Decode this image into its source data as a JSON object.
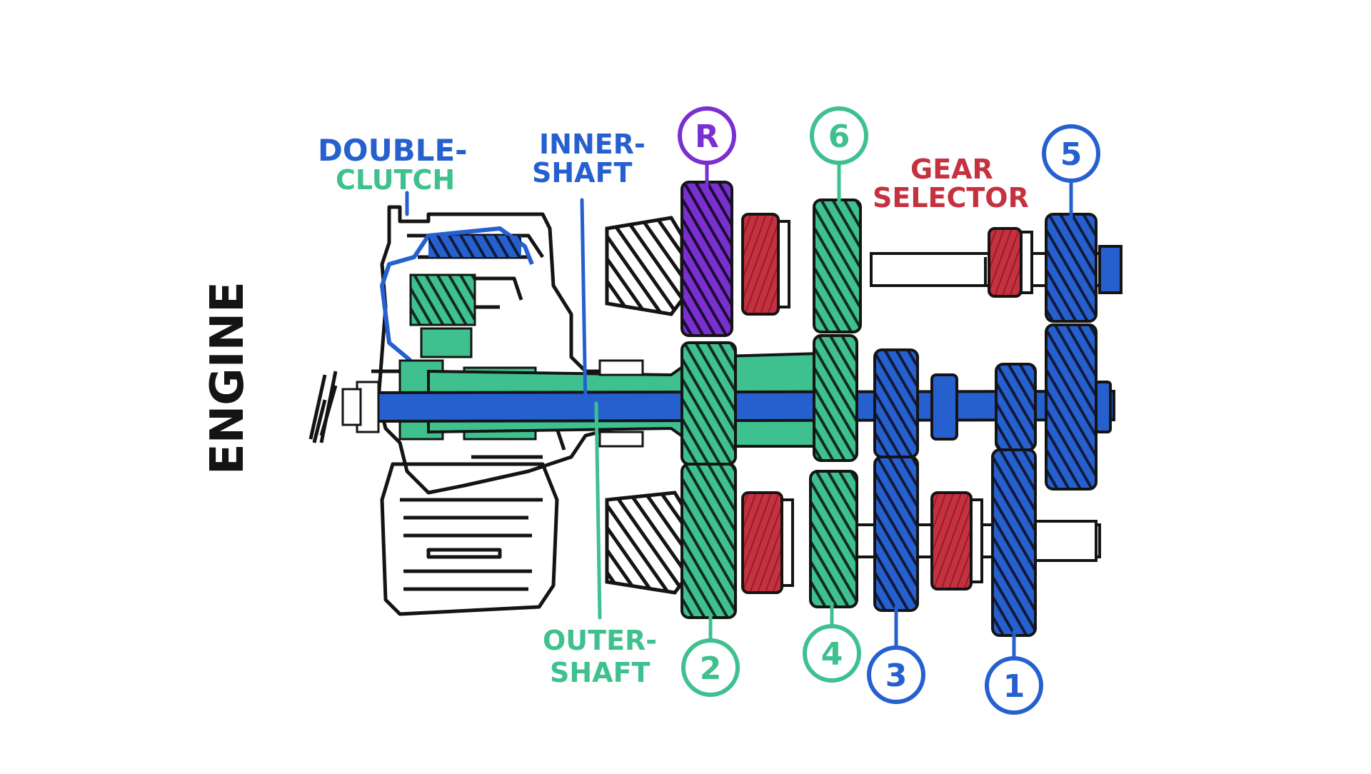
{
  "labels": {
    "engine": "ENGINE",
    "double_clutch_line1": "DOUBLE-",
    "double_clutch_line2": "CLUTCH",
    "inner_shaft_line1": "INNER-",
    "inner_shaft_line2": "SHAFT",
    "outer_shaft_line1": "OUTER-",
    "outer_shaft_line2": "SHAFT",
    "gear_selector_line1": "GEAR",
    "gear_selector_line2": "SELECTOR"
  },
  "gears": {
    "reverse": "R",
    "sixth": "6",
    "fifth": "5",
    "second": "2",
    "fourth": "4",
    "third": "3",
    "first": "1"
  },
  "colors": {
    "blue": "#2660cf",
    "green": "#3fc08f",
    "purple": "#7a2fd0",
    "red": "#c6313f",
    "black": "#141414"
  }
}
